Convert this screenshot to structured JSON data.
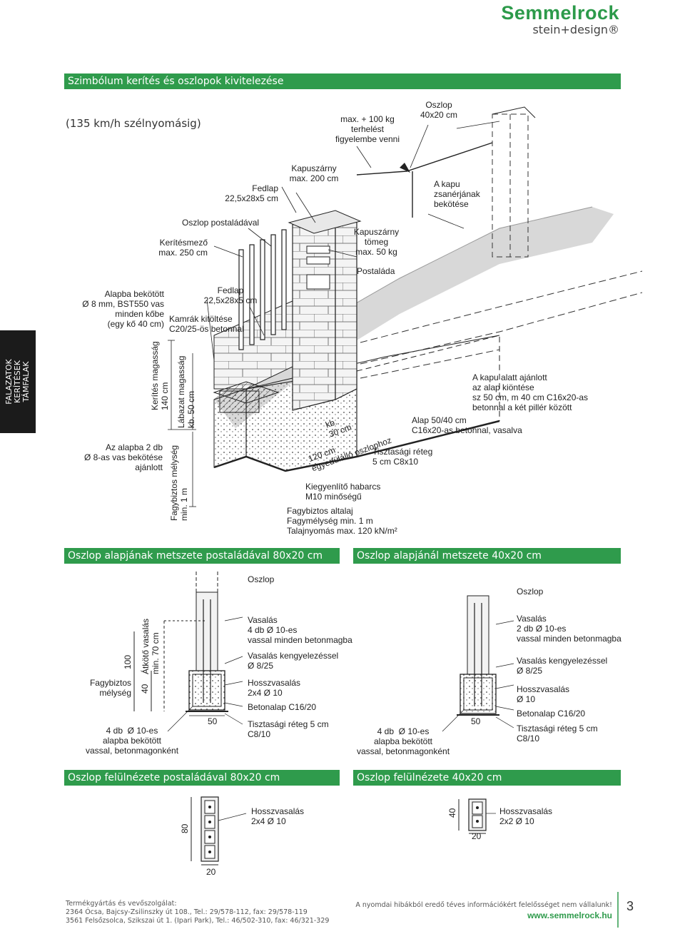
{
  "brand": {
    "name": "Semmelrock",
    "tagline": "stein+design®"
  },
  "title_bar": "Szimbólum kerítés és oszlopok kivitelezése",
  "subtitle": "(135 km/h szélnyomásig)",
  "side_tab": "FALAZATOK\nKERÍTÉSEK\nTÁMFALAK",
  "main_labels": {
    "oszlop_top": "Oszlop\n40x20 cm",
    "terheles": "max. + 100 kg\nterhelést\nfigyelembe venni",
    "kapuszarny_max": "Kapuszárny\nmax. 200 cm",
    "fedlap_top": "Fedlap\n22,5x28x5 cm",
    "kapu_zsanerjanak": "A kapu\nzsanérjának\nbekötése",
    "oszlop_postaladaval": "Oszlop postaládával",
    "keritesmezo": "Kerítésmező\nmax. 250 cm",
    "kapuszarny_tomeg": "Kapuszárny\ntömeg\nmax. 50 kg",
    "postalada": "Postaláda",
    "alapba_bekotott": "Alapba bekötött\nØ 8 mm, BST550 vas\nminden kőbe\n(egy kő 40 cm)",
    "fedlap_mid": "Fedlap\n22,5x28x5 cm",
    "kamrak": "Kamrák kitöltése\nC20/25-ös betonnal",
    "kerites_magassag": "Kerítés magasság\n140 cm",
    "labazat": "Lábazat magasság\nkb. 50 cm",
    "kapu_alatt": "A kapu alatt ajánlott\naz alap kiöntése\nsz 50 cm, m 40 cm C16x20-as\nbetonnal a két pillér között",
    "alap": "Alap 50/40 cm\nC16x20-as betonnal, vasalva",
    "kb30": "kb.\n30 cm",
    "egyedulallo": "120 cm\negyedülálló oszlophoz",
    "tisztasagi": "Tisztasági réteg\n5 cm C8x10",
    "az_alapba": "Az alapba 2 db\nØ 8-as vas bekötése\najánlott",
    "fagyb_melyseg": "Fagybiztos mélység\nmin. 1 m",
    "kiegyenlito": "Kiegyenlítő habarcs\nM10 minőségű",
    "fagybiztos_altalaj": "Fagybiztos altalaj\nFagymélység min. 1 m\nTalajnyomás max. 120 kN/m²"
  },
  "section2": {
    "left_bar": "Oszlop alapjának metszete postaládával 80x20 cm",
    "right_bar": "Oszlop alapjánál metszete 40x20 cm",
    "left": {
      "oszlop": "Oszlop",
      "dim_100": "100",
      "dim_40": "40",
      "dim_50": "50",
      "atkoto": "Átkötő vasalás\nmin. 70 cm",
      "fagybiztos": "Fagybiztos\nmélység",
      "negy_db": "4 db  Ø 10-es\nalapba bekötött\nvassal, betonmagonként",
      "vasalas": "Vasalás\n4 db Ø 10-es\nvassal minden betonmagba",
      "vasalas_kengy": "Vasalás kengyelezéssel\nØ 8/25",
      "hossz": "Hosszvasalás\n2x4 Ø 10",
      "betonalap": "Betonalap C16/20",
      "tisztasagi": "Tisztasági réteg 5 cm\nC8/10"
    },
    "right": {
      "oszlop": "Oszlop",
      "dim_50": "50",
      "negy_db": "4 db  Ø 10-es\nalapba bekötött\nvassal, betonmagonként",
      "vasalas": "Vasalás\n2 db Ø 10-es\nvassal minden betonmagba",
      "vasalas_kengy": "Vasalás kengyelezéssel\nØ 8/25",
      "hossz": "Hosszvasalás\nØ 10",
      "betonalap": "Betonalap C16/20",
      "tisztasagi": "Tisztasági réteg 5 cm\nC8/10"
    }
  },
  "section3": {
    "left_bar": "Oszlop felülnézete postaládával 80x20 cm",
    "right_bar": "Oszlop felülnézete 40x20 cm",
    "left": {
      "dim_80": "80",
      "dim_20": "20",
      "hossz": "Hosszvasalás\n2x4 Ø 10"
    },
    "right": {
      "dim_40": "40",
      "dim_20": "20",
      "hossz": "Hosszvasalás\n2x2 Ø 10"
    }
  },
  "footer": {
    "left": "Termékgyártás és vevőszolgálat:\n2364 Ócsa, Bajcsy-Zsilinszky út 108., Tel.: 29/578-112, fax: 29/578-119\n3561 Felsőzsolca, Szikszai út 1. (Ipari Park), Tel.: 46/502-310, fax: 46/321-329",
    "disclaimer": "A nyomdai hibákból eredő téves információkért felelősséget nem vállalunk!",
    "website": "www.semmelrock.hu",
    "page": "3"
  },
  "colors": {
    "brand_green": "#2f9b4c",
    "side_tab": "#1b1b1b",
    "concrete": "#dcdcdc",
    "hatch": "#555555"
  }
}
